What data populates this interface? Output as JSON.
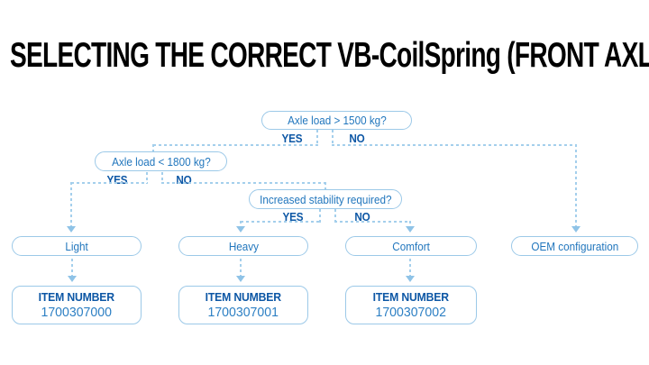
{
  "title": "SELECTING THE CORRECT VB-CoilSpring (FRONT AXLE)",
  "questions": [
    {
      "label": "Axle load > 1500 kg?",
      "yes_label": "YES",
      "no_label": "NO"
    },
    {
      "label": "Axle load < 1800 kg?",
      "yes_label": "YES",
      "no_label": "NO"
    },
    {
      "label": "Increased stability required?",
      "yes_label": "YES",
      "no_label": "NO"
    }
  ],
  "outcomes": [
    {
      "label": "Light",
      "item_label": "ITEM NUMBER",
      "item_number": "1700307000"
    },
    {
      "label": "Heavy",
      "item_label": "ITEM NUMBER",
      "item_number": "1700307001"
    },
    {
      "label": "Comfort",
      "item_label": "ITEM NUMBER",
      "item_number": "1700307002"
    },
    {
      "label": "OEM configuration"
    }
  ],
  "colors": {
    "question_text": "#2176bd",
    "yes_no_text": "#0d57a5",
    "item_number_text": "#2e80c4",
    "box_border": "#9cc9e8",
    "dashed_line": "#a4cfec",
    "arrow": "#8fc3e7",
    "title_text": "#000000",
    "background": "#ffffff"
  }
}
